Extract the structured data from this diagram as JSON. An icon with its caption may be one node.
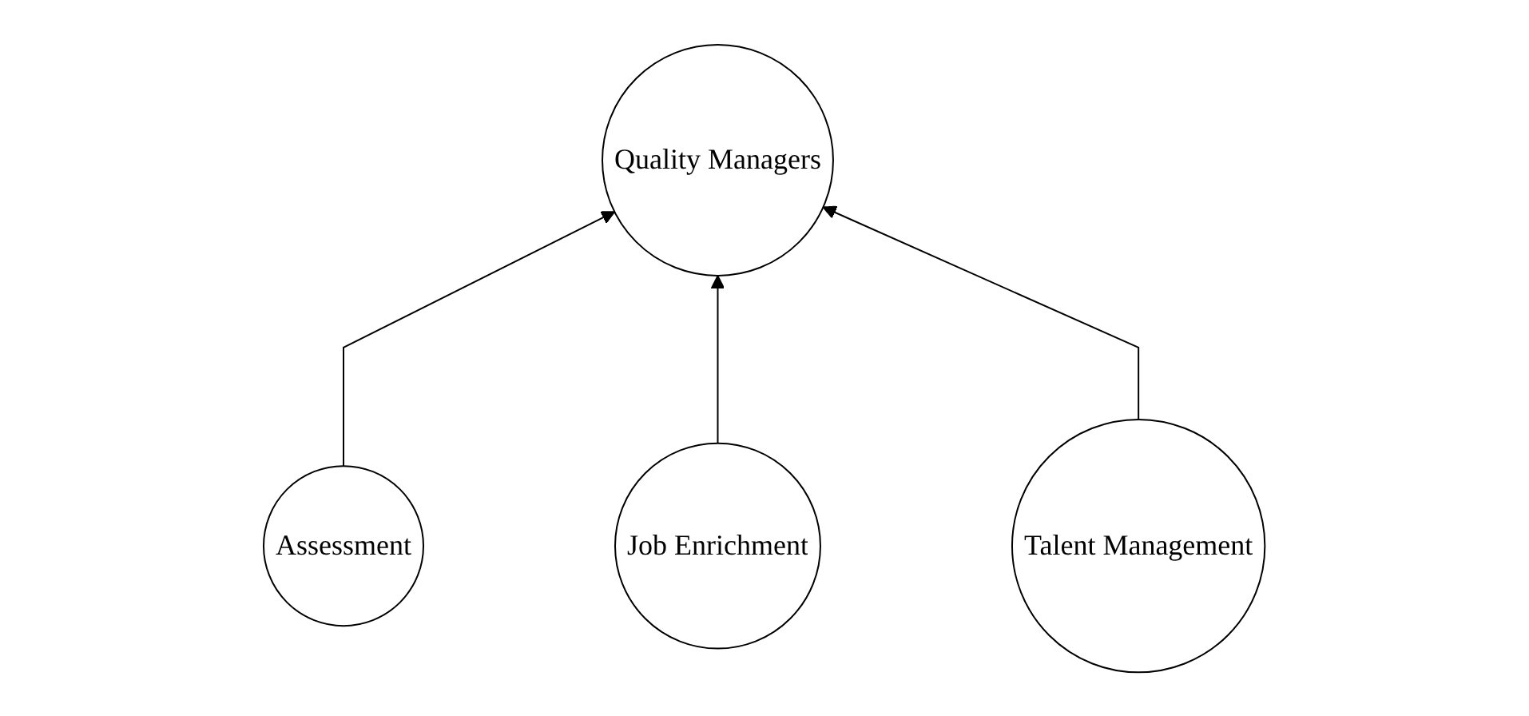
{
  "diagram": {
    "nodes": [
      {
        "text": [
          "Quality Managers"
        ]
      },
      {
        "text": [
          "Assessment"
        ]
      },
      {
        "text": [
          "Job Enrichment"
        ]
      },
      {
        "text": [
          "Talent Management"
        ]
      }
    ],
    "edges": [
      {
        "from": 1,
        "to": 0,
        "arrow": "to"
      },
      {
        "from": 2,
        "to": 0,
        "arrow": "to"
      },
      {
        "from": 3,
        "to": 0,
        "arrow": "to"
      }
    ]
  }
}
